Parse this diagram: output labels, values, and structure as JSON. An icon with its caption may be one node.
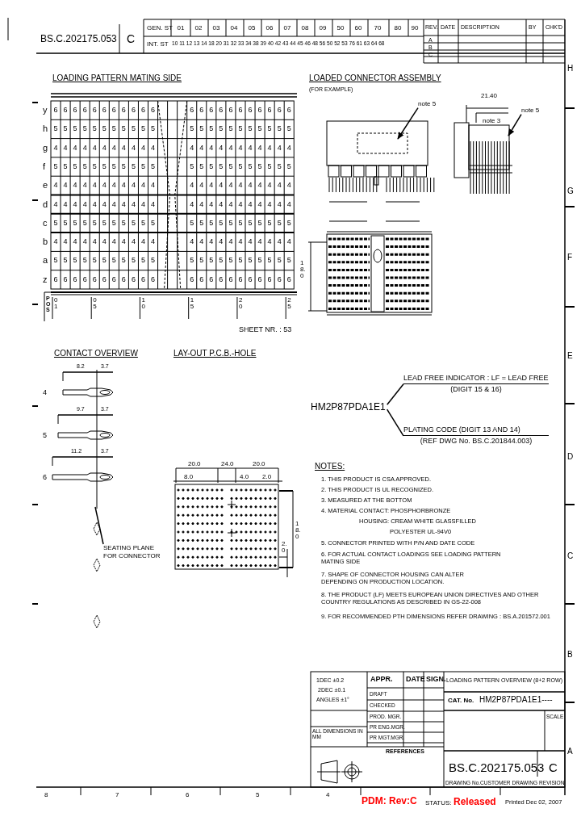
{
  "diagram": {
    "nodes": [
      {
        "text": [
          "HM2P87PDA1E1"
        ]
      },
      {
        "text": [
          "LEAD FREE INDICATOR : LF = LEAD FREE",
          "(DIGIT 15 & 16)"
        ]
      },
      {
        "text": [
          "PLATING CODE (DIGIT 13 AND 14)",
          "(REF DWG No. BS.C.201844.003)"
        ]
      },
      {
        "text": [
          "note 5"
        ]
      },
      {
        "text": [
          "note 5"
        ]
      },
      {
        "text": [
          "SEATING PLANE FOR CONNECTOR"
        ]
      }
    ],
    "edges": [
      {
        "from": 0,
        "to": 1,
        "arrow": "none"
      },
      {
        "from": 0,
        "to": 2,
        "arrow": "none"
      },
      {
        "from": 3,
        "to": null,
        "arrow": "to"
      },
      {
        "from": 4,
        "to": null,
        "arrow": "to"
      },
      {
        "from": 5,
        "to": null,
        "arrow": "none"
      }
    ],
    "labels": [
      "BS.C.202175.053",
      "C",
      "GEN. ST",
      "01",
      "02",
      "03",
      "04",
      "05",
      "06",
      "07",
      "08",
      "09",
      "50",
      "60",
      "70",
      "80",
      "90",
      "INT. ST",
      "10 11 12 13 14 18 20 31 32 33 34 38 39 40 42 43 44 45 46 48 56 50 52 53 76 61 63 64 68",
      "REV.",
      "DATE",
      "DESCRIPTION",
      "BY",
      "CHK'D",
      "A",
      "B",
      "C",
      "H",
      "G",
      "F",
      "E",
      "D",
      "C",
      "B",
      "A",
      "8",
      "7",
      "6",
      "5",
      "4",
      "LOADING PATTERN MATING SIDE",
      "y",
      "6",
      "6",
      "6",
      "6",
      "6",
      "6",
      "6",
      "6",
      "6",
      "6",
      "6",
      "6",
      "6",
      "6",
      "6",
      "6",
      "6",
      "6",
      "6",
      "6",
      "6",
      "6",
      "h",
      "5",
      "5",
      "5",
      "5",
      "5",
      "5",
      "5",
      "5",
      "5",
      "5",
      "5",
      "5",
      "5",
      "5",
      "5",
      "5",
      "5",
      "5",
      "5",
      "5",
      "5",
      "5",
      "g",
      "4",
      "4",
      "4",
      "4",
      "4",
      "4",
      "4",
      "4",
      "4",
      "4",
      "4",
      "4",
      "4",
      "4",
      "4",
      "4",
      "4",
      "4",
      "4",
      "4",
      "4",
      "4",
      "f",
      "5",
      "5",
      "5",
      "5",
      "5",
      "5",
      "5",
      "5",
      "5",
      "5",
      "5",
      "5",
      "5",
      "5",
      "5",
      "5",
      "5",
      "5",
      "5",
      "5",
      "5",
      "5",
      "e",
      "4",
      "4",
      "4",
      "4",
      "4",
      "4",
      "4",
      "4",
      "4",
      "4",
      "4",
      "4",
      "4",
      "4",
      "4",
      "4",
      "4",
      "4",
      "4",
      "4",
      "4",
      "4",
      "d",
      "4",
      "4",
      "4",
      "4",
      "4",
      "4",
      "4",
      "4",
      "4",
      "4",
      "4",
      "4",
      "4",
      "4",
      "4",
      "4",
      "4",
      "4",
      "4",
      "4",
      "4",
      "4",
      "c",
      "5",
      "5",
      "5",
      "5",
      "5",
      "5",
      "5",
      "5",
      "5",
      "5",
      "5",
      "5",
      "5",
      "5",
      "5",
      "5",
      "5",
      "5",
      "5",
      "5",
      "5",
      "5",
      "b",
      "4",
      "4",
      "4",
      "4",
      "4",
      "4",
      "4",
      "4",
      "4",
      "4",
      "4",
      "4",
      "4",
      "4",
      "4",
      "4",
      "4",
      "4",
      "4",
      "4",
      "4",
      "4",
      "a",
      "5",
      "5",
      "5",
      "5",
      "5",
      "5",
      "5",
      "5",
      "5",
      "5",
      "5",
      "5",
      "5",
      "5",
      "5",
      "5",
      "5",
      "5",
      "5",
      "5",
      "5",
      "5",
      "z",
      "6",
      "6",
      "6",
      "6",
      "6",
      "6",
      "6",
      "6",
      "6",
      "6",
      "6",
      "6",
      "6",
      "6",
      "6",
      "6",
      "6",
      "6",
      "6",
      "6",
      "6",
      "6",
      "POS",
      "01",
      "05",
      "10",
      "15",
      "20",
      "25",
      "SHEET NR. : 53",
      "LOADED CONNECTOR ASSEMBLY",
      "(FOR EXAMPLE)",
      "21.40",
      "note 3",
      "18.0",
      "CONTACT OVERVIEW",
      "8.2",
      "3.7",
      "4",
      "9.7",
      "3.7",
      "5",
      "11.2",
      "3.7",
      "6",
      "LAY-OUT P.C.B.-HOLE",
      "20.0",
      "24.0",
      "20.0",
      "8.0",
      "4.0",
      "2.0",
      "18.0",
      "2.0",
      "NOTES:",
      "1. THIS PRODUCT IS CSA APPROVED.",
      "2. THIS PRODUCT IS UL RECOGNIZED.",
      "3. MEASURED AT THE BOTTOM",
      "4. MATERIAL CONTACT: PHOSPHORBRONZE",
      "HOUSING: CREAM WHITE GLASSFILLED",
      "POLYESTER UL-94V0",
      "5. CONNECTOR PRINTED WITH P/N AND DATE CODE",
      "6. FOR ACTUAL CONTACT LOADINGS SEE LOADING PATTERN MATING SIDE",
      "7. SHAPE OF CONNECTOR HOUSING CAN ALTER DEPENDING ON PRODUCTION LOCATION.",
      "8. THE PRODUCT (LF) MEETS EUROPEAN UNION DIRECTIVES AND OTHER COUNTRY REGULATIONS AS DESCRIBED IN GS-22-008",
      "9. FOR RECOMMENDED PTH DIMENSIONS REFER DRAWING : BS.A.201572.001",
      "1DEC ±0.2",
      "2DEC ±0.1",
      "ANGLES ±1°",
      "APPR.",
      "DATE",
      "SIGN.",
      "DRAFT",
      "CHECKED",
      "PROD. MGR.",
      "PR ENG.MGR.",
      "ALL DIMENSIONS IN MM",
      "PR MGT.MGR.",
      "REFERENCES",
      "LOADING PATTERN OVERVIEW (8+2 ROW)",
      "CAT. No.",
      "HM2P87PDA1E1----",
      "SCALE",
      "BS.C.202175.053",
      "C",
      "DRAWING No.",
      "CUSTOMER DRAWING",
      "REVISION",
      "PDM: Rev:C",
      "STATUS:",
      "Released",
      "Printed Dec 02, 2007"
    ]
  }
}
